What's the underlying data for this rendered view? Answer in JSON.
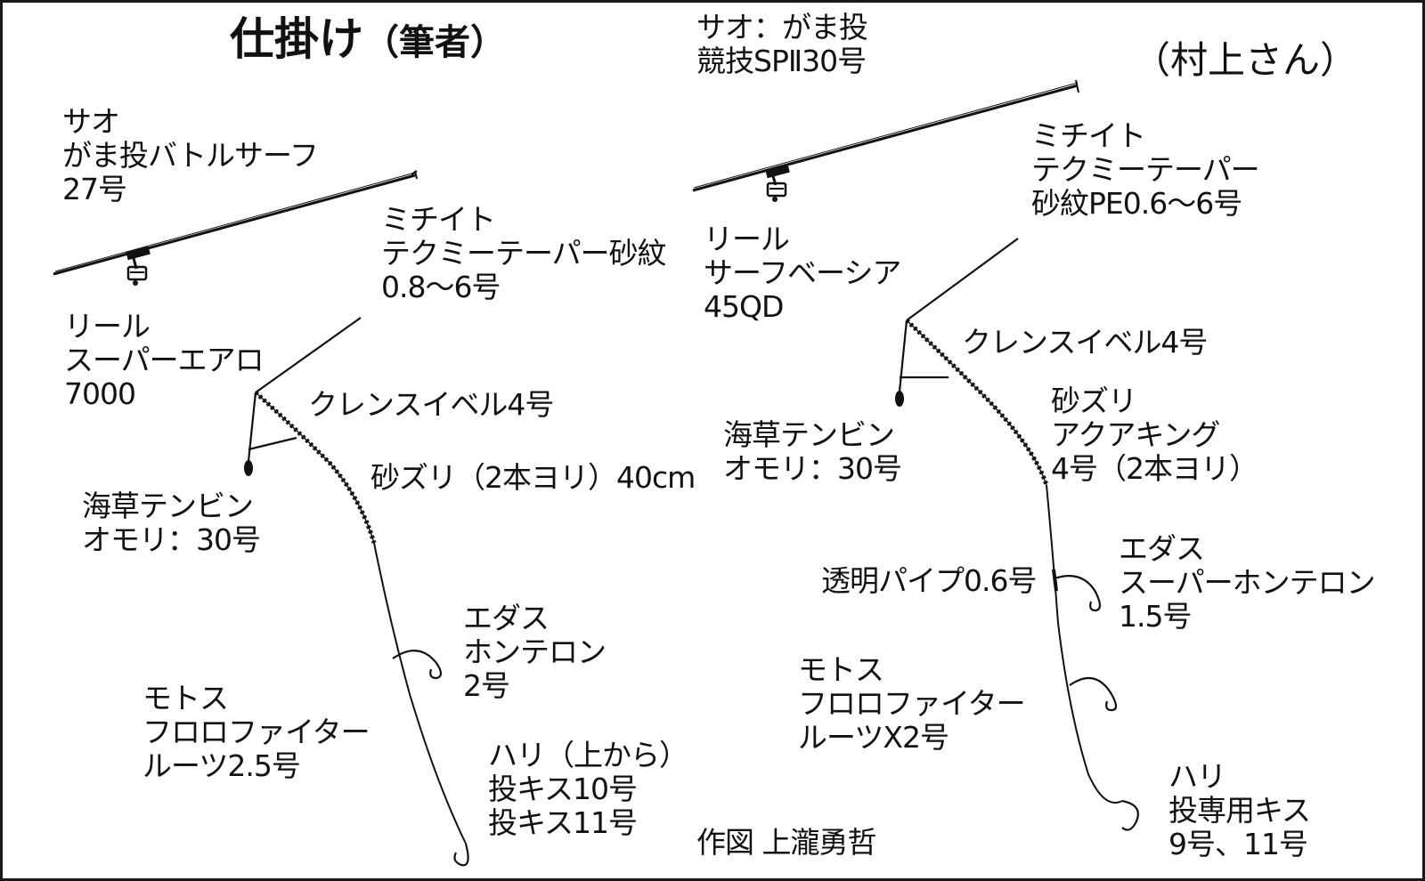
{
  "left": {
    "title": "仕掛け",
    "title_sub": "（筆者）",
    "rod": [
      "サオ",
      "がま投バトルサーフ",
      "27号"
    ],
    "line": [
      "ミチイト",
      "テクミーテーパー砂紋",
      "0.8～6号"
    ],
    "reel": [
      "リール",
      "スーパーエアロ",
      "7000"
    ],
    "swivel": "クレンスイベル4号",
    "shock": "砂ズリ（2本ヨリ）40cm",
    "sinker": [
      "海草テンビン",
      "オモリ：30号"
    ],
    "branch": [
      "エダス",
      "ホンテロン",
      "2号"
    ],
    "main": [
      "モトス",
      "フロロファイター",
      "ルーツ2.5号"
    ],
    "hook": [
      "ハリ（上から）",
      "投キス10号",
      "投キス11号"
    ]
  },
  "right": {
    "title": "（村上さん）",
    "rod": [
      "サオ：がま投",
      "競技SPⅡ30号"
    ],
    "line": [
      "ミチイト",
      "テクミーテーパー",
      "砂紋PE0.6～6号"
    ],
    "reel": [
      "リール",
      "サーフベーシア",
      "45QD"
    ],
    "swivel": "クレンスイベル4号",
    "shock": [
      "砂ズリ",
      "アクアキング",
      "4号（2本ヨリ）"
    ],
    "sinker": [
      "海草テンビン",
      "オモリ：30号"
    ],
    "pipe": "透明パイプ0.6号",
    "branch": [
      "エダス",
      "スーパーホンテロン",
      "1.5号"
    ],
    "main": [
      "モトス",
      "フロロファイター",
      "ルーツX2号"
    ],
    "hook": [
      "ハリ",
      "投専用キス",
      "9号、11号"
    ]
  },
  "credit": "作図  上瀧勇哲",
  "colors": {
    "ink": "#111111",
    "background": "#ffffff",
    "frame": "#1a1a1a"
  }
}
